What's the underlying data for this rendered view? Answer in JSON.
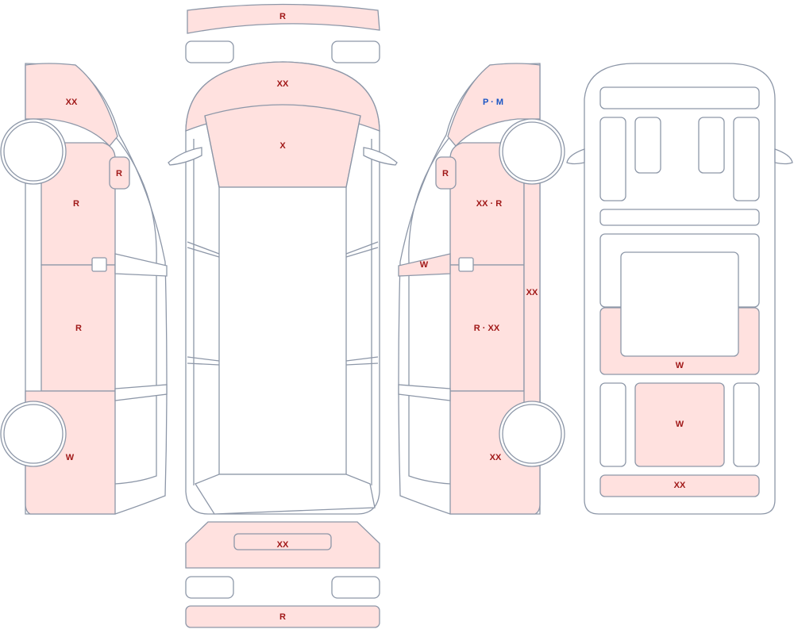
{
  "colors": {
    "damage_fill": "#ffe1df",
    "outline": "#8d97a8",
    "damage_text": "#a01818",
    "paint_text": "#1a55c4"
  },
  "labels": {
    "rear_bumper": "R",
    "roof_front": "XX",
    "windshield": "X",
    "front_bumper": "XX",
    "front_plate": "R",
    "left_hood": "XX",
    "left_mirror": "R",
    "left_front_door": "R",
    "left_rear_door": "R",
    "left_rear_quarter": "W",
    "right_hood": "P · M",
    "right_mirror": "R",
    "right_front_door": "XX · R",
    "right_rear_door": "R · XX",
    "right_rear_quarter": "XX",
    "right_sill": "XX",
    "right_window": "W",
    "tailgate_panel": "W",
    "tailgate_center": "W",
    "tailgate_bumper": "XX"
  }
}
